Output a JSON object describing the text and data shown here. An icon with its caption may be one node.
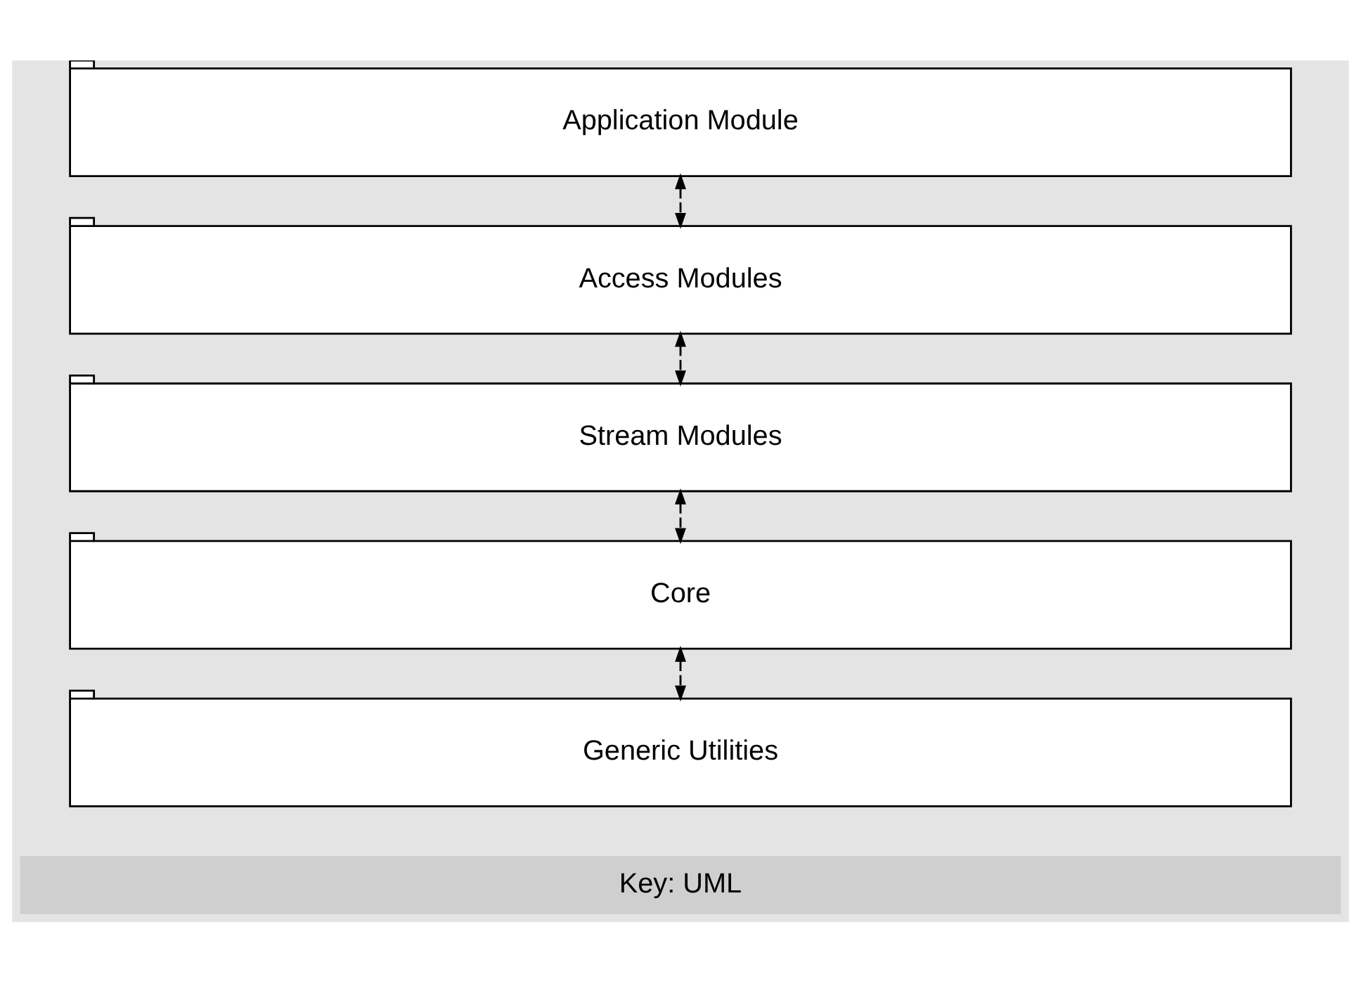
{
  "diagram": {
    "nodes": [
      {
        "text": [
          "Application Module"
        ]
      },
      {
        "text": [
          "Access Modules"
        ]
      },
      {
        "text": [
          "Stream Modules"
        ]
      },
      {
        "text": [
          "Core"
        ]
      },
      {
        "text": [
          "Generic Utilities"
        ]
      }
    ],
    "edges": [
      {
        "from": 0,
        "to": 1,
        "arrow": "both",
        "style": "dashed"
      },
      {
        "from": 1,
        "to": 2,
        "arrow": "both",
        "style": "dashed"
      },
      {
        "from": 2,
        "to": 3,
        "arrow": "both",
        "style": "dashed"
      },
      {
        "from": 3,
        "to": 4,
        "arrow": "both",
        "style": "dashed"
      }
    ],
    "labels": [
      "Key: UML"
    ]
  }
}
